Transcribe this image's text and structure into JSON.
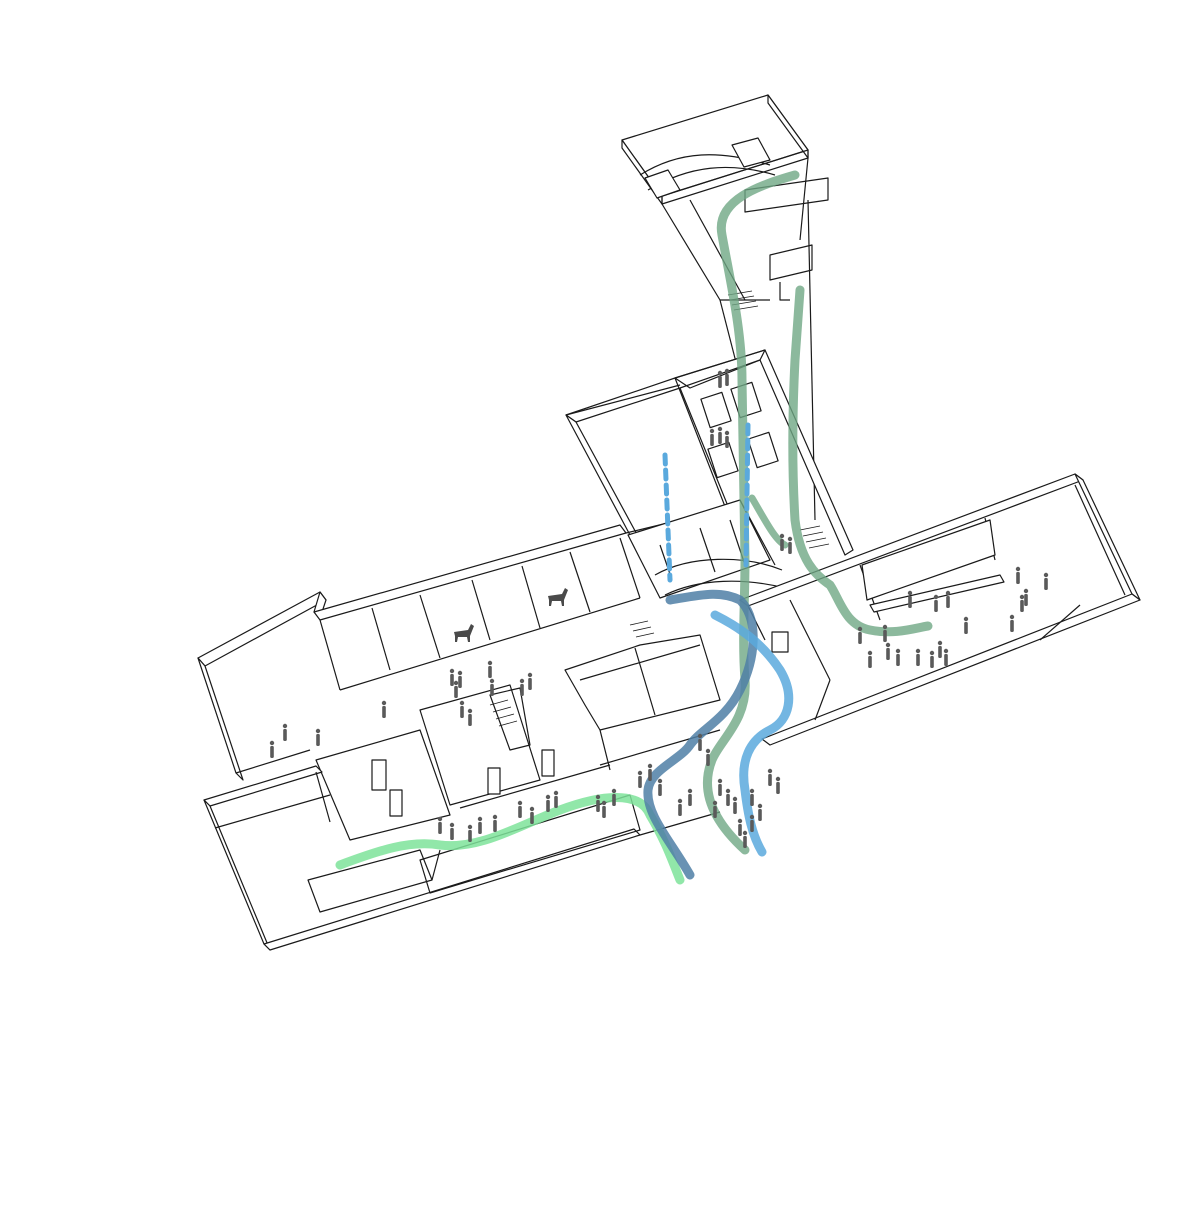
{
  "diagram": {
    "type": "axonometric-circulation-diagram",
    "colors": {
      "background": "#ffffff",
      "walls": "#1a1a1a",
      "wall_fill": "#ffffff",
      "people": "#5a5a5a",
      "route_light_green": "#7ee39a",
      "route_dark_green": "#6fa784",
      "route_dark_blue": "#4f7fa6",
      "route_light_blue": "#5aa9dd"
    },
    "routes": [
      {
        "id": "light-green",
        "label": "",
        "color": "#7ee39a",
        "style": "solid"
      },
      {
        "id": "dark-green-a",
        "label": "",
        "color": "#6fa784",
        "style": "solid"
      },
      {
        "id": "dark-green-b",
        "label": "",
        "color": "#6fa784",
        "style": "solid"
      },
      {
        "id": "dark-blue",
        "label": "",
        "color": "#4f7fa6",
        "style": "solid"
      },
      {
        "id": "light-blue",
        "label": "",
        "color": "#5aa9dd",
        "style": "solid"
      },
      {
        "id": "vertical-blue-a",
        "label": "",
        "color": "#5aa9dd",
        "style": "dashed"
      },
      {
        "id": "vertical-blue-b",
        "label": "",
        "color": "#5aa9dd",
        "style": "dashed"
      }
    ],
    "icons": [
      "person-figure-icon",
      "horse-sculpture-icon"
    ]
  }
}
